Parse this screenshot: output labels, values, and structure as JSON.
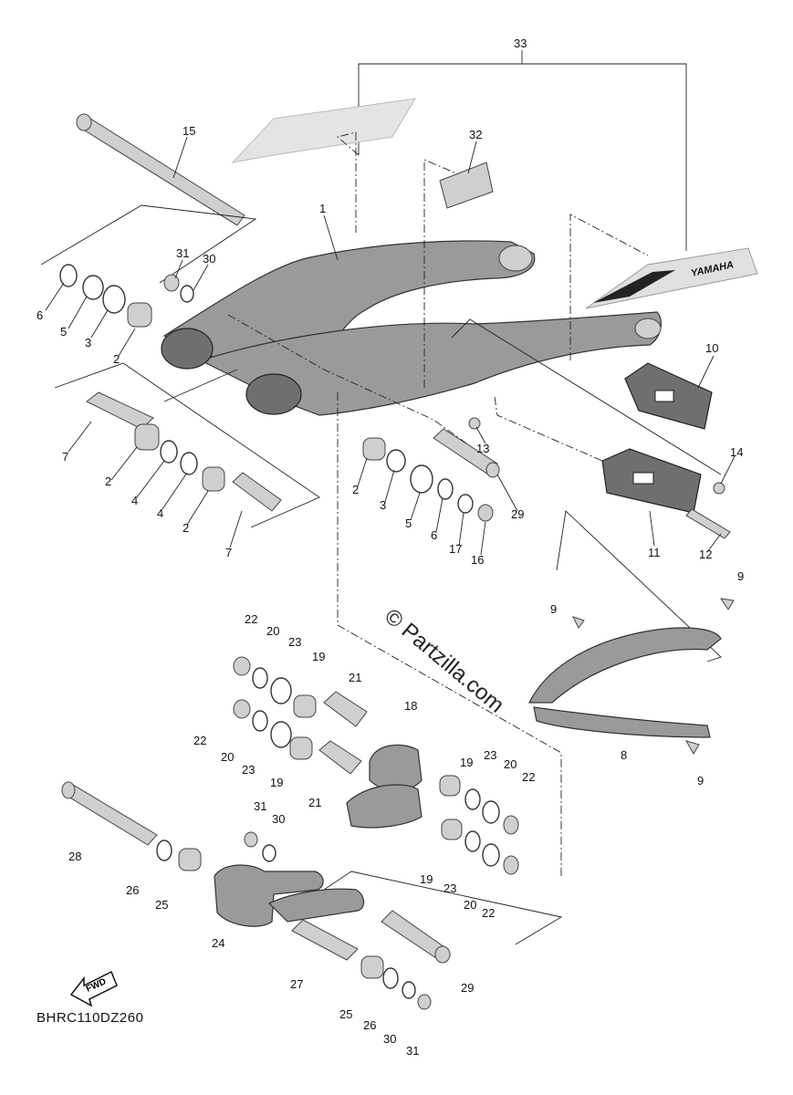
{
  "diagram_code": "BHRC110DZ260",
  "watermark": "© Partzilla.com",
  "decal_text": "YAMAHA",
  "fwd_label": "FWD",
  "callouts": [
    "33",
    "32",
    "15",
    "1",
    "31",
    "30",
    "6",
    "5",
    "3",
    "2",
    "10",
    "7",
    "2",
    "4",
    "4",
    "2",
    "7",
    "13",
    "14",
    "2",
    "3",
    "5",
    "6",
    "17",
    "16",
    "29",
    "11",
    "12",
    "9",
    "9",
    "22",
    "20",
    "23",
    "19",
    "21",
    "18",
    "22",
    "20",
    "23",
    "19",
    "21",
    "19",
    "23",
    "20",
    "22",
    "8",
    "9",
    "31",
    "30",
    "28",
    "26",
    "25",
    "24",
    "19",
    "23",
    "20",
    "22",
    "27",
    "29",
    "25",
    "26",
    "30",
    "31"
  ]
}
